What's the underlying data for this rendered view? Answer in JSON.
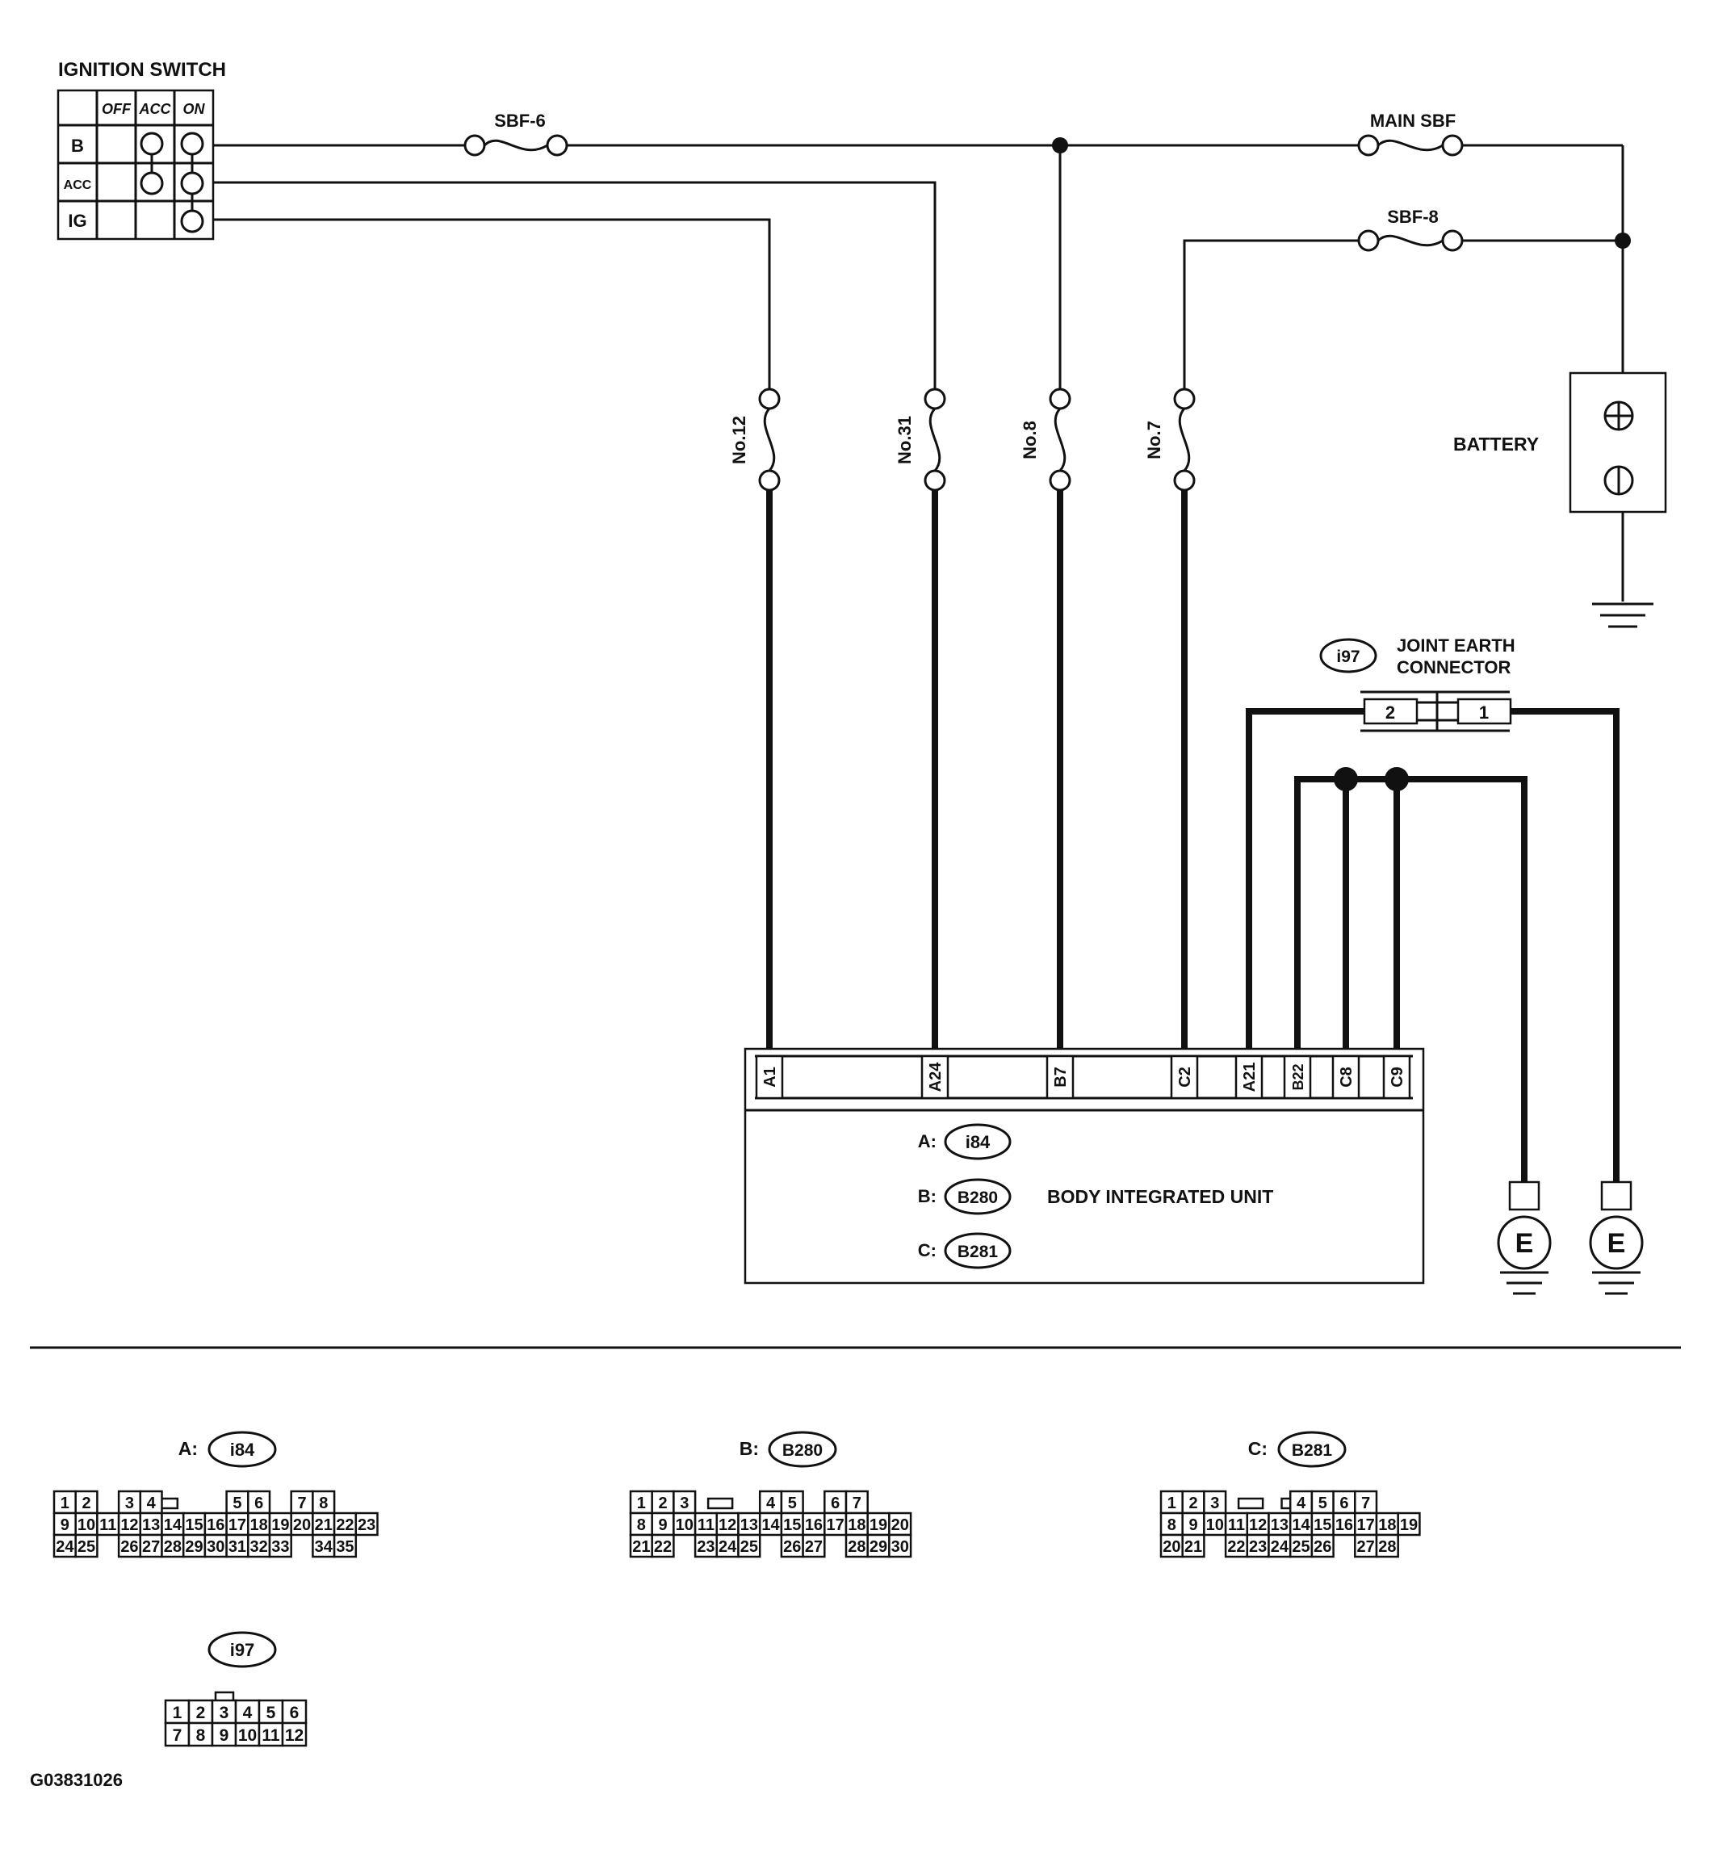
{
  "ignition_switch": {
    "title": "IGNITION SWITCH",
    "columns": [
      "OFF",
      "ACC",
      "ON"
    ],
    "rows": [
      "B",
      "ACC",
      "IG"
    ]
  },
  "fuses": {
    "sbf6": "SBF-6",
    "main_sbf": "MAIN SBF",
    "sbf8": "SBF-8",
    "no12": "No.12",
    "no31": "No.31",
    "no8": "No.8",
    "no7": "No.7"
  },
  "battery": {
    "label": "BATTERY",
    "plus": "+",
    "minus": "−"
  },
  "joint_earth": {
    "code": "i97",
    "label_line1": "JOINT EARTH",
    "label_line2": "CONNECTOR",
    "pin_left": "2",
    "pin_right": "1"
  },
  "unit": {
    "title": "BODY INTEGRATED UNIT",
    "pins": [
      "A1",
      "A24",
      "B7",
      "C2",
      "A21",
      "B22",
      "C8",
      "C9"
    ],
    "connectors": [
      {
        "prefix": "A:",
        "code": "i84"
      },
      {
        "prefix": "B:",
        "code": "B280"
      },
      {
        "prefix": "C:",
        "code": "B281"
      }
    ]
  },
  "earth": {
    "symbol": "E"
  },
  "connector_views": {
    "a": {
      "prefix": "A:",
      "code": "i84",
      "row1": [
        "1",
        "2",
        "3",
        "4",
        "5",
        "6",
        "7",
        "8"
      ],
      "row2": [
        "9",
        "10",
        "11",
        "12",
        "13",
        "14",
        "15",
        "16",
        "17",
        "18",
        "19",
        "20",
        "21",
        "22",
        "23"
      ],
      "row3": [
        "24",
        "25",
        "26",
        "27",
        "28",
        "29",
        "30",
        "31",
        "32",
        "33",
        "34",
        "35"
      ]
    },
    "b": {
      "prefix": "B:",
      "code": "B280",
      "row1": [
        "1",
        "2",
        "3",
        "4",
        "5",
        "6",
        "7"
      ],
      "row2": [
        "8",
        "9",
        "10",
        "11",
        "12",
        "13",
        "14",
        "15",
        "16",
        "17",
        "18",
        "19",
        "20"
      ],
      "row3": [
        "21",
        "22",
        "23",
        "24",
        "25",
        "26",
        "27",
        "28",
        "29",
        "30"
      ]
    },
    "c": {
      "prefix": "C:",
      "code": "B281",
      "row1": [
        "1",
        "2",
        "3",
        "4",
        "5",
        "6",
        "7"
      ],
      "row2": [
        "8",
        "9",
        "10",
        "11",
        "12",
        "13",
        "14",
        "15",
        "16",
        "17",
        "18",
        "19"
      ],
      "row3": [
        "20",
        "21",
        "22",
        "23",
        "24",
        "25",
        "26",
        "27",
        "28"
      ]
    },
    "i97": {
      "code": "i97",
      "row1": [
        "1",
        "2",
        "3",
        "4",
        "5",
        "6"
      ],
      "row2": [
        "7",
        "8",
        "9",
        "10",
        "11",
        "12"
      ]
    }
  },
  "figure_id": "G03831026"
}
